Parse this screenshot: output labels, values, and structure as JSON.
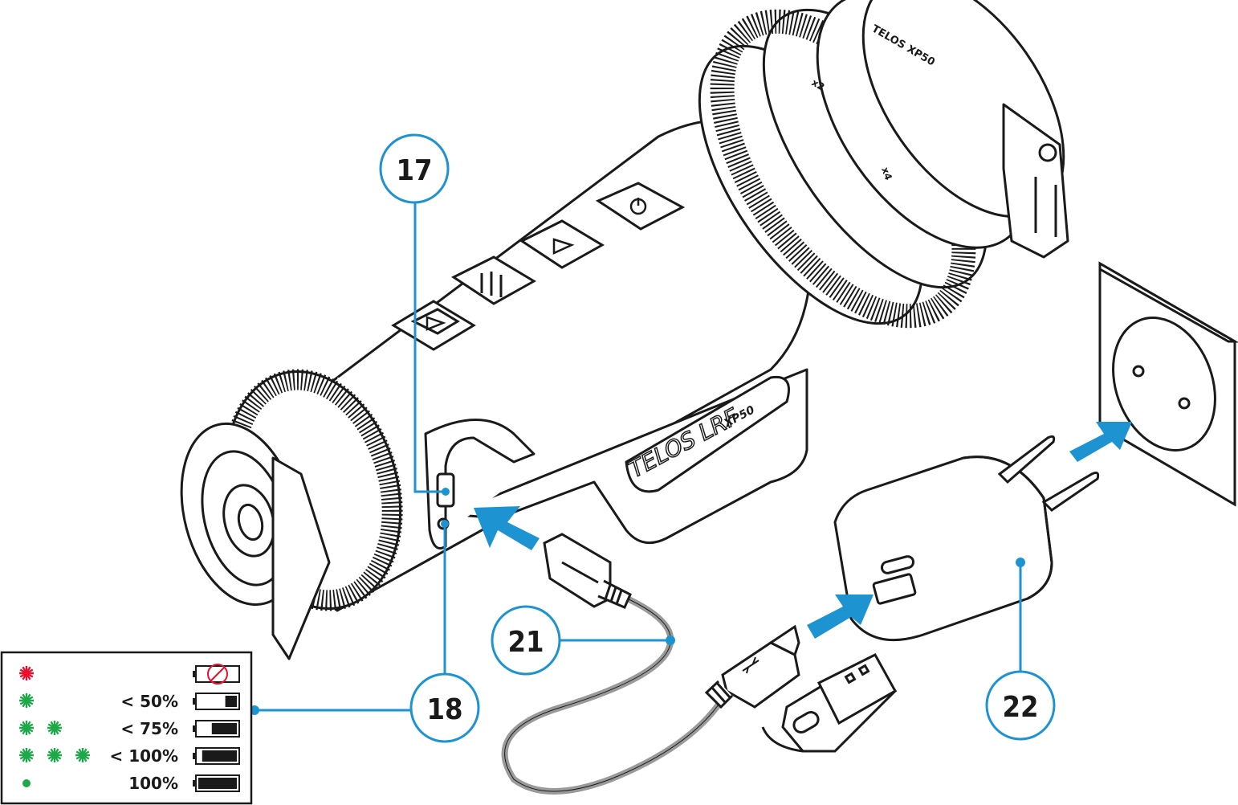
{
  "device": {
    "brand_text": "TELOS LRF",
    "model_text": "XP50",
    "lens_ring_text": "TELOS XP50",
    "zoom_marks": [
      "x2",
      "x4"
    ]
  },
  "callouts": [
    {
      "id": "17",
      "label": "17"
    },
    {
      "id": "18",
      "label": "18"
    },
    {
      "id": "21",
      "label": "21"
    },
    {
      "id": "22",
      "label": "22"
    }
  ],
  "legend": {
    "rows": [
      {
        "indicator": "red-blink",
        "count": 1,
        "level": "",
        "battery_fill": 0,
        "icon": "battery-no-charge-icon"
      },
      {
        "indicator": "green-blink",
        "count": 1,
        "level": "< 50%",
        "battery_fill": 0.3,
        "icon": "battery-low-icon"
      },
      {
        "indicator": "green-blink",
        "count": 2,
        "level": "< 75%",
        "battery_fill": 0.65,
        "icon": "battery-medium-icon"
      },
      {
        "indicator": "green-blink",
        "count": 3,
        "level": "< 100%",
        "battery_fill": 0.9,
        "icon": "battery-high-icon"
      },
      {
        "indicator": "green-solid",
        "count": 1,
        "level": "100%",
        "battery_fill": 1.0,
        "icon": "battery-full-icon"
      }
    ]
  },
  "colors": {
    "callout_blue": "#1e93d2",
    "arrow_blue": "#1e93d2",
    "led_red": "#e8112d",
    "led_green": "#1fa84a",
    "line": "#1a1a1a",
    "cable_gray": "#9a9a9a"
  }
}
